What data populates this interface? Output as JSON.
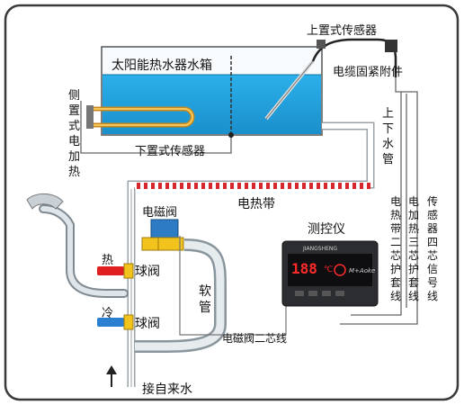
{
  "labels": {
    "tank": "太阳能热水器水箱",
    "top_sensor": "上置式传感器",
    "cable_fitting": "电缆固紧附件",
    "bottom_sensor": "下置式传感器",
    "side_heater": [
      "侧",
      "置",
      "式",
      "电",
      "加",
      "热"
    ],
    "up_down_pipe": [
      "上",
      "下",
      "水",
      "管"
    ],
    "heat_tape": "电热带",
    "valve": "电磁阀",
    "controller": "测控仪",
    "hot": "热",
    "cold": "冷",
    "ball_valve_1": "球阀",
    "ball_valve_2": "球阀",
    "hose": [
      "软",
      "管"
    ],
    "valve_wire": "电磁阀二芯线",
    "inlet": "接自来水",
    "wire_1": [
      "电",
      "热",
      "带",
      "二",
      "芯",
      "护",
      "套",
      "线"
    ],
    "wire_2": [
      "电",
      "加",
      "热",
      "三",
      "芯",
      "护",
      "套",
      "线"
    ],
    "wire_3": [
      "传",
      "感",
      "器",
      "四",
      "芯",
      "信",
      "号",
      "线"
    ]
  },
  "controller_panel": {
    "brand": "JIANGSHENG",
    "temp": "188",
    "unit": "℃",
    "logo": "M+Aoke"
  },
  "colors": {
    "water": "#1d9fd9",
    "heat_tape_red": "#d8262a",
    "hot_red": "#e02020",
    "cold_blue": "#2a7fd0",
    "valve_yellow": "#f2c21d",
    "frame": "#3a3a3a"
  }
}
